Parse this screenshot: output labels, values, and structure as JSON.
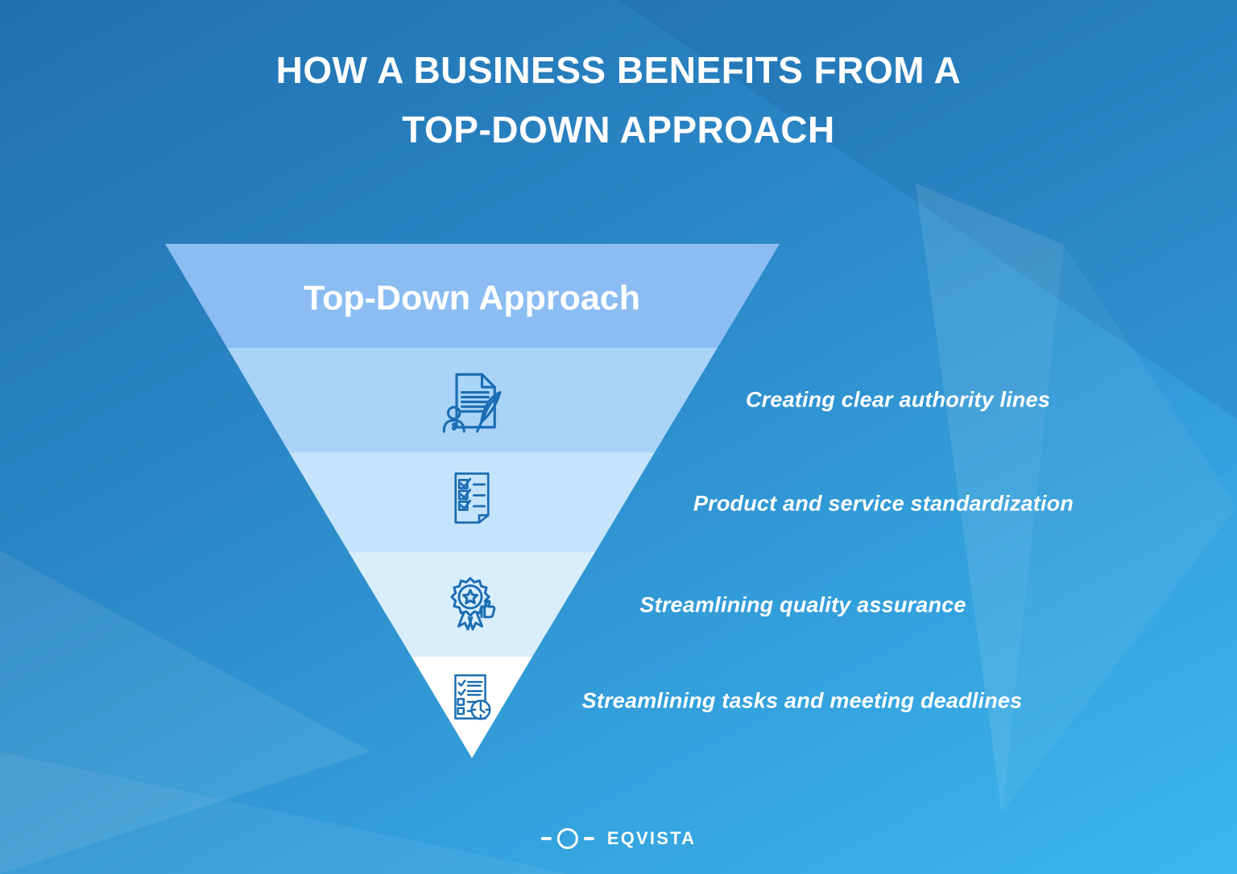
{
  "header": {
    "title_line1": "HOW A BUSINESS BENEFITS FROM A",
    "title_line2": "TOP-DOWN APPROACH"
  },
  "funnel": {
    "icon_stroke": "#1b6db3",
    "segments": [
      {
        "label": "Top-Down Approach",
        "color": "#8bbdf3"
      },
      {
        "label": "Creating clear authority lines",
        "color": "#a9d4f8",
        "icon": "signature-document-icon"
      },
      {
        "label": "Product and service standardization",
        "color": "#c5e4fb",
        "icon": "checklist-icon"
      },
      {
        "label": "Streamlining quality assurance",
        "color": "#d9eefd",
        "icon": "quality-badge-icon"
      },
      {
        "label": "Streamlining tasks and meeting deadlines",
        "color": "#ffffff",
        "icon": "tasks-clock-icon"
      }
    ]
  },
  "footer": {
    "brand": "EQVISTA"
  },
  "colors": {
    "background_top": "#2170ae",
    "background_bottom": "#3db7ec",
    "text": "#ffffff"
  }
}
